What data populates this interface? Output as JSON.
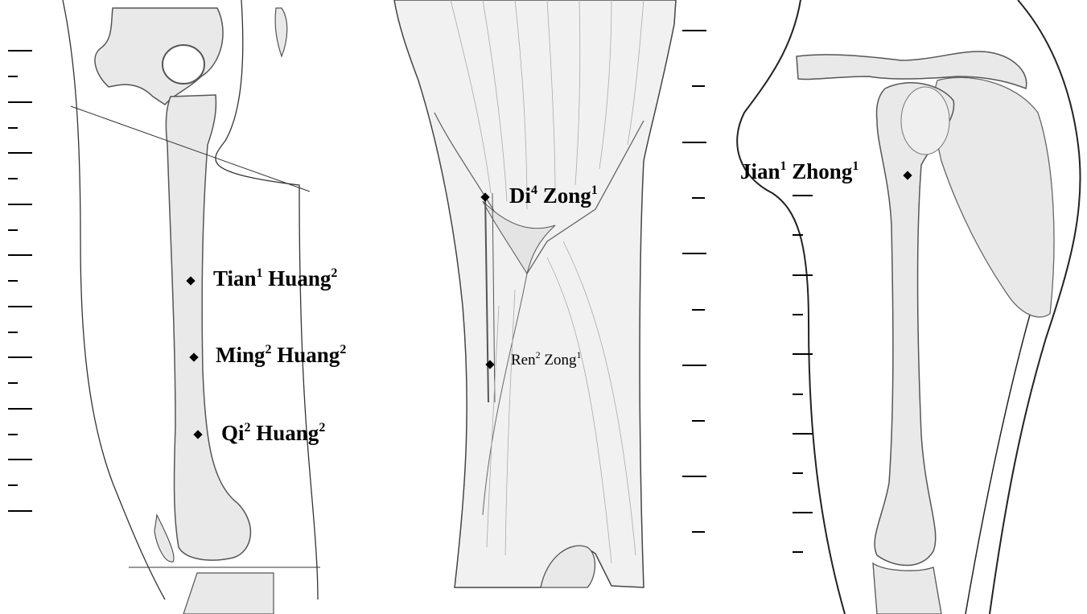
{
  "panels": [
    {
      "id": "thigh",
      "points": [
        {
          "syllables": [
            {
              "text": "Tian",
              "tone": "1"
            },
            {
              "text": "Huang",
              "tone": "2"
            }
          ]
        },
        {
          "syllables": [
            {
              "text": "Ming",
              "tone": "2"
            },
            {
              "text": "Huang",
              "tone": "2"
            }
          ]
        },
        {
          "syllables": [
            {
              "text": "Qi",
              "tone": "2"
            },
            {
              "text": "Huang",
              "tone": "2"
            }
          ]
        }
      ]
    },
    {
      "id": "calf",
      "points": [
        {
          "syllables": [
            {
              "text": "Di",
              "tone": "4"
            },
            {
              "text": "Zong",
              "tone": "1"
            }
          ]
        },
        {
          "syllables": [
            {
              "text": "Ren",
              "tone": "2"
            },
            {
              "text": "Zong",
              "tone": "1"
            }
          ]
        }
      ]
    },
    {
      "id": "upper-arm",
      "points": [
        {
          "syllables": [
            {
              "text": "Jian",
              "tone": "1"
            },
            {
              "text": "Zhong",
              "tone": "1"
            }
          ]
        }
      ]
    }
  ],
  "colors": {
    "ink": "#000000",
    "bone_fill": "#e9e9e9",
    "skin_line": "#222222"
  }
}
